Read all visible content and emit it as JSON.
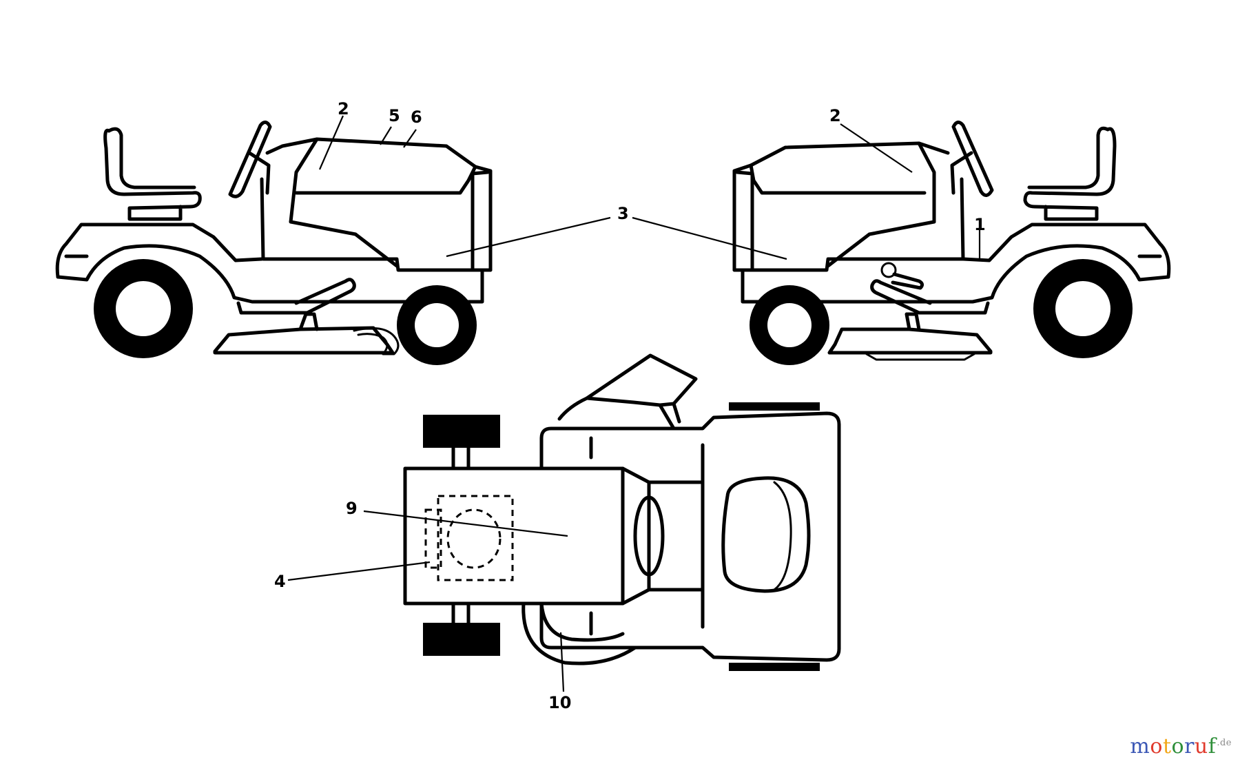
{
  "callouts": {
    "c1": "1",
    "c2_left": "2",
    "c2_right": "2",
    "c3": "3",
    "c4": "4",
    "c5": "5",
    "c6": "6",
    "c9": "9",
    "c10": "10"
  },
  "watermark": {
    "letters": [
      "m",
      "o",
      "t",
      "o",
      "r",
      "u",
      "f"
    ],
    "letter_colors": [
      "#3b57b5",
      "#e03a2c",
      "#f2a81c",
      "#2f8f3a",
      "#3b57b5",
      "#e03a2c",
      "#2f8f3a"
    ],
    "suffix": ".de"
  }
}
